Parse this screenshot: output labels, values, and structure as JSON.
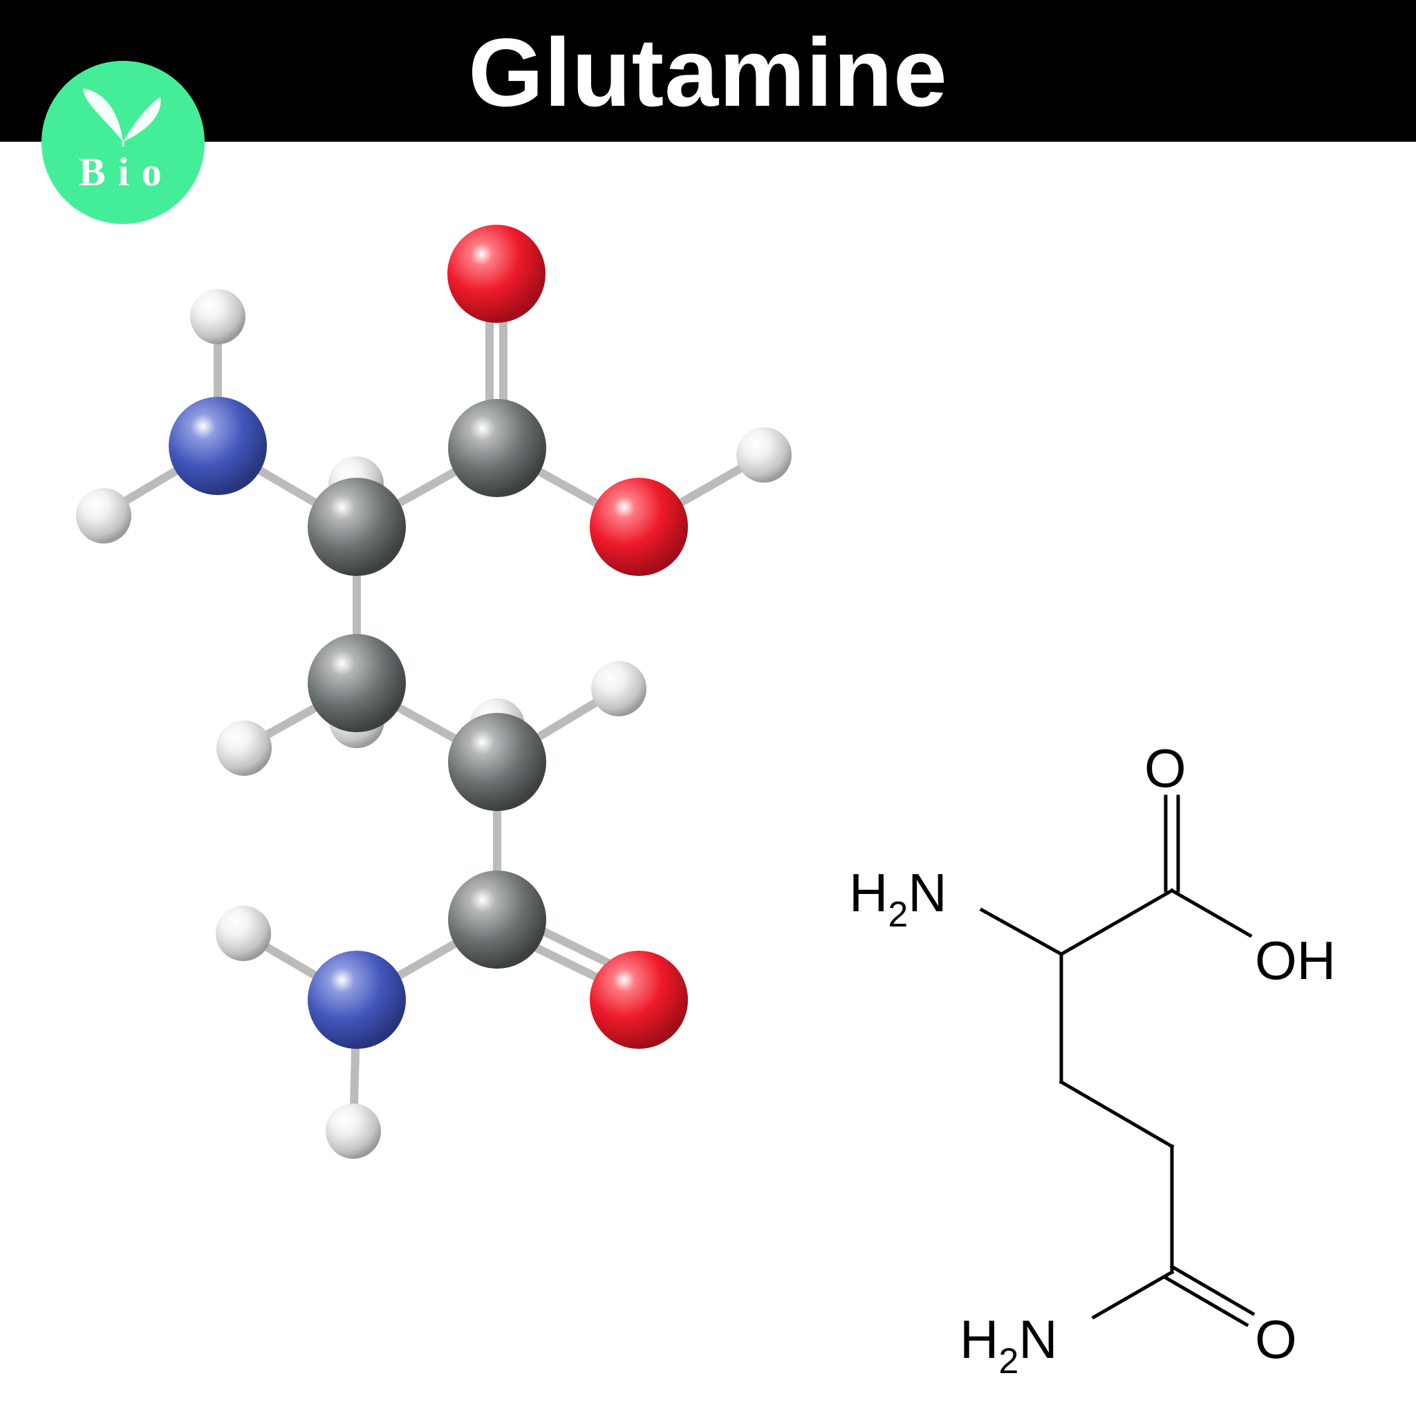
{
  "title": "Glutamine",
  "logo": {
    "text": "Bio",
    "color": "#44ee99"
  },
  "colors": {
    "carbon": "#606566",
    "hydrogen": "#e6e6e6",
    "oxygen": "#ee1a2a",
    "nitrogen": "#3a4fb5",
    "bond": "#bbbbbb"
  },
  "structural_formula": {
    "amino_group": {
      "main": "H",
      "sub": "2",
      "tail": "N"
    },
    "carbonyl_top": "O",
    "hydroxyl": "OH",
    "amide_group": {
      "main": "H",
      "sub": "2",
      "tail": "N"
    },
    "carbonyl_bottom": "O"
  }
}
